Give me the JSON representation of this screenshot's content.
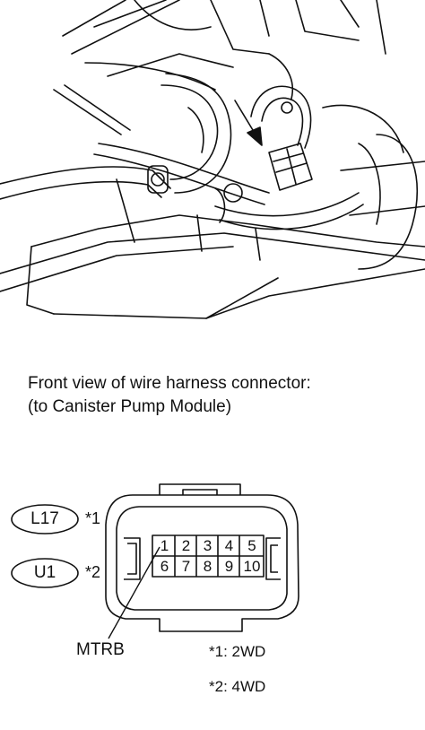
{
  "caption": {
    "line1": "Front view of wire harness connector:",
    "line2": "(to Canister Pump Module)"
  },
  "connector_codes": [
    {
      "code": "L17",
      "marker": "*1"
    },
    {
      "code": "U1",
      "marker": "*2"
    }
  ],
  "pins_top": [
    "1",
    "2",
    "3",
    "4",
    "5"
  ],
  "pins_bottom": [
    "6",
    "7",
    "8",
    "9",
    "10"
  ],
  "pin_label": "MTRB",
  "notes": [
    {
      "text": "*1: 2WD"
    },
    {
      "text": "*2: 4WD"
    }
  ]
}
